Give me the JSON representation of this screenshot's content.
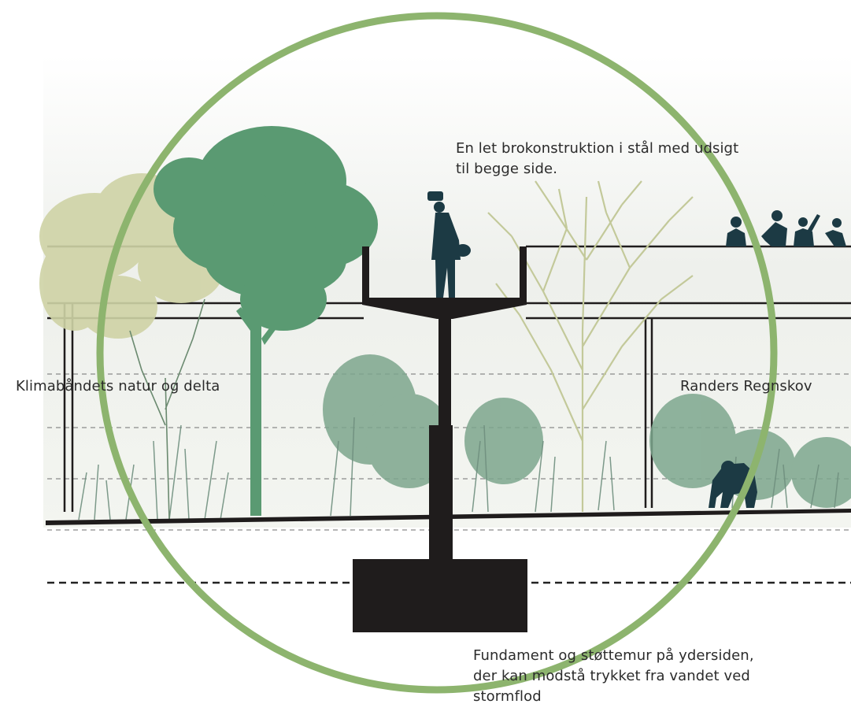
{
  "labels": {
    "bridge": {
      "line1": "En let brokonstruktion i stål med udsigt",
      "line2": "til begge side."
    },
    "left_zone": "Klimabåndets natur og delta",
    "right_zone": "Randers Regnskov",
    "foundation": {
      "line1": "Fundament og støttemur på ydersiden,",
      "line2": "der kan modstå trykket fra vandet ved",
      "line3": "stormflod"
    }
  },
  "colors": {
    "ring": "#8db46e",
    "structure": "#1f1c1c",
    "tree_dark": "#5a9a72",
    "tree_light": "#c3c99a",
    "tree_pale": "#cfd3a6",
    "grass": "#7da68d",
    "silhouette": "#1c3a44"
  },
  "icons": [
    "person-photographer-icon",
    "visitors-group-icon",
    "gorilla-icon"
  ]
}
